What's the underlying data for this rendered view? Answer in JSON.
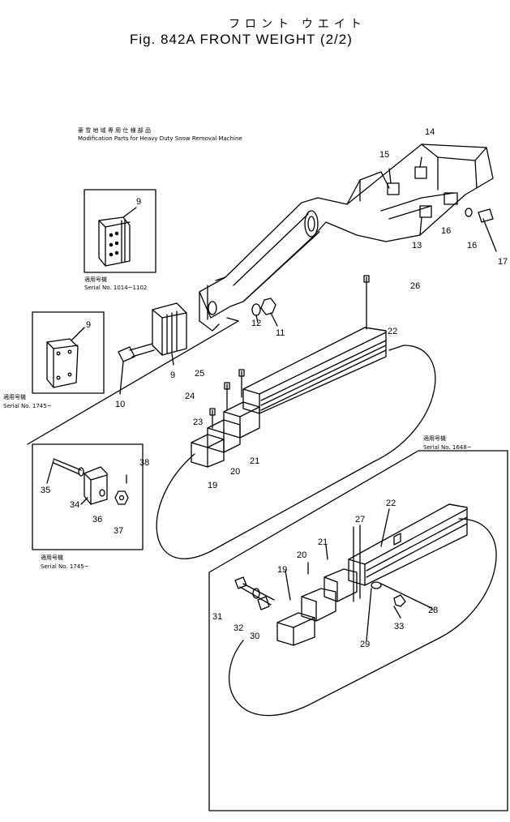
{
  "header": {
    "title_jp": "フロント ウエイト",
    "title": "Fig. 842A   FRONT  WEIGHT (2/2)"
  },
  "notes": {
    "mod_jp": "豪 雪 地 域 専 用 仕 様 部 品",
    "mod_en": "Modification Parts for Heavy Duty Snow Removal Machine",
    "serial_jp": "適用号機",
    "serial_1": "Serial No. 1014~1102",
    "serial_2": "Serial No. 1745~",
    "serial_3": "Serial No. 1745~",
    "serial_4": "Serial No. 1648~"
  },
  "callouts": [
    "9",
    "9",
    "9",
    "10",
    "11",
    "12",
    "13",
    "14",
    "15",
    "16",
    "16",
    "17",
    "19",
    "19",
    "20",
    "20",
    "21",
    "21",
    "22",
    "22",
    "23",
    "24",
    "25",
    "26",
    "27",
    "28",
    "29",
    "30",
    "31",
    "32",
    "33",
    "34",
    "35",
    "36",
    "37",
    "38"
  ]
}
